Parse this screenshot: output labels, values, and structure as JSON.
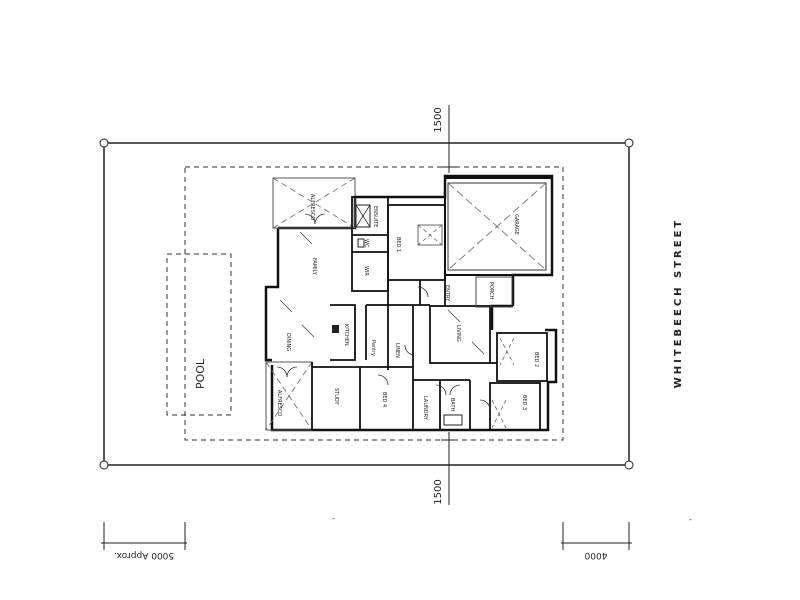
{
  "street_name": "WHITEBEECH STREET",
  "pool_label": "POOL",
  "dims": {
    "top_setback": "1500",
    "bottom_setback": "1500",
    "left_width": "5000 Approx.",
    "right_width": "4000"
  },
  "rooms": {
    "alfresco_top": "ALFRESCO",
    "family": "FAMILY",
    "dining": "DINING",
    "kitchen": "KITCHEN",
    "alfresco_bottom": "ALFRESCO",
    "study": "STUDY",
    "bed1": "BED 1",
    "bed2": "BED 2",
    "bed3": "BED 3",
    "bed4": "BED 4",
    "wir": "WIR",
    "wc": "WC",
    "ensuite": "ENSUITE",
    "garage": "GARAGE",
    "entry": "ENTRY",
    "living": "LIVING",
    "porch": "PORCH",
    "laundry": "LAUNDRY",
    "bath": "BATH",
    "linen": "LINEN",
    "pantry": "Pantry"
  }
}
